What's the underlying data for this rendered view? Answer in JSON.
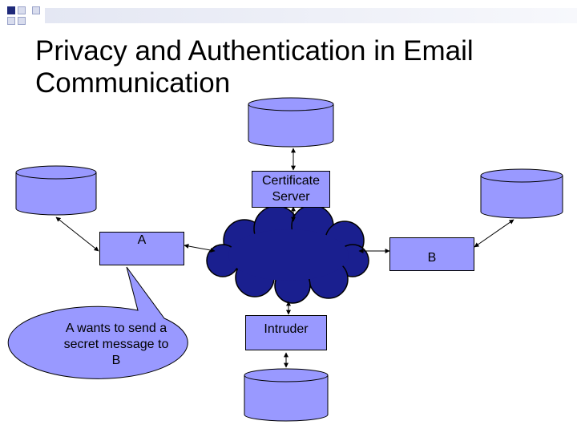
{
  "slide": {
    "title_line1": "Privacy and Authentication in Email",
    "title_line2": "Communication"
  },
  "nodes": {
    "a_label": "A",
    "b_label": "B",
    "certificate_server_line1": "Certificate",
    "certificate_server_line2": "Server",
    "intruder_label": "Intruder"
  },
  "callout": {
    "line1": "A wants to send a",
    "line2": "secret message to",
    "line3": "B"
  },
  "colors": {
    "node_fill": "#9999ff",
    "cloud_fill": "#1a1f8f",
    "accent_square": "#1f2a7a",
    "bar_gradient_end": "#ffffff"
  }
}
